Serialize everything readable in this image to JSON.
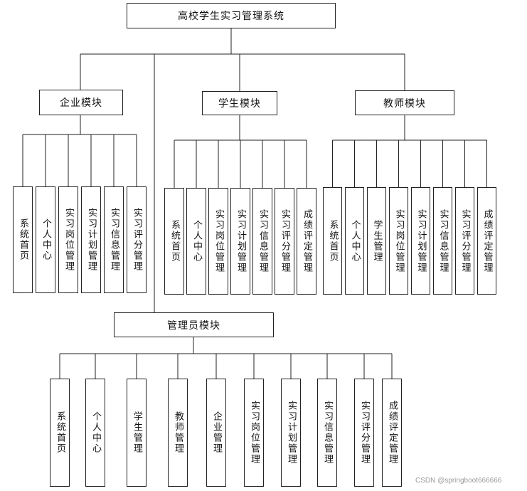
{
  "root": {
    "label": "高校学生实习管理系统"
  },
  "modules": {
    "enterprise": {
      "label": "企业模块",
      "children": [
        "系统首页",
        "个人中心",
        "实习岗位管理",
        "实习计划管理",
        "实习信息管理",
        "实习评分管理"
      ]
    },
    "student": {
      "label": "学生模块",
      "children": [
        "系统首页",
        "个人中心",
        "实习岗位管理",
        "实习计划管理",
        "实习信息管理",
        "实习评分管理",
        "成绩评定管理"
      ]
    },
    "teacher": {
      "label": "教师模块",
      "children": [
        "系统首页",
        "个人中心",
        "学生管理",
        "实习岗位管理",
        "实习计划管理",
        "实习信息管理",
        "实习评分管理",
        "成绩评定管理"
      ]
    },
    "admin": {
      "label": "管理员模块",
      "children": [
        "系统首页",
        "个人中心",
        "学生管理",
        "教师管理",
        "企业管理",
        "实习岗位管理",
        "实习计划管理",
        "实习信息管理",
        "实习评分管理",
        "成绩评定管理"
      ]
    }
  },
  "watermark": "CSDN @springboot666666",
  "colors": {
    "line": "#222222",
    "border": "#222222",
    "text": "#111111",
    "watermark": "#9a9a9a"
  }
}
